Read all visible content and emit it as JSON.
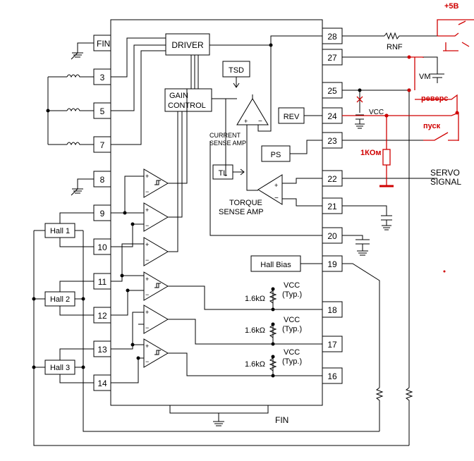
{
  "pins_left": [
    "3",
    "5",
    "7",
    "8",
    "9",
    "10",
    "11",
    "12",
    "13",
    "14"
  ],
  "pins_right": [
    "28",
    "27",
    "25",
    "24",
    "23",
    "22",
    "21",
    "20",
    "19",
    "18",
    "17",
    "16"
  ],
  "fin_top": "FIN",
  "fin_bottom": "FIN",
  "blocks": {
    "driver": "DRIVER",
    "gain_line1": "GAIN",
    "gain_line2": "CONTROL",
    "tsd": "TSD",
    "rev": "REV",
    "ps": "PS",
    "tl": "TL",
    "hall_bias": "Hall Bias",
    "current_sense_line1": "CURRENT",
    "current_sense_line2": "SENSE AMP",
    "torque_line1": "TORQUE",
    "torque_line2": "SENSE AMP"
  },
  "halls": [
    "Hall 1",
    "Hall 2",
    "Hall 3"
  ],
  "pullups": [
    {
      "vcc": "VCC",
      "typ": "(Typ.)",
      "res": "1.6kΩ"
    },
    {
      "vcc": "VCC",
      "typ": "(Typ.)",
      "res": "1.6kΩ"
    },
    {
      "vcc": "VCC",
      "typ": "(Typ.)",
      "res": "1.6kΩ"
    }
  ],
  "external": {
    "rnf": "RNF",
    "vm": "VM",
    "vcc": "VCC",
    "servo_line1": "SERVO",
    "servo_line2": "SIGNAL"
  },
  "annotations": {
    "plus5v": "+5В",
    "reverse": "реверс",
    "start": "пуск",
    "resistor": "1КОм"
  },
  "colors": {
    "annotation": "#d00000",
    "line": "#000000"
  }
}
